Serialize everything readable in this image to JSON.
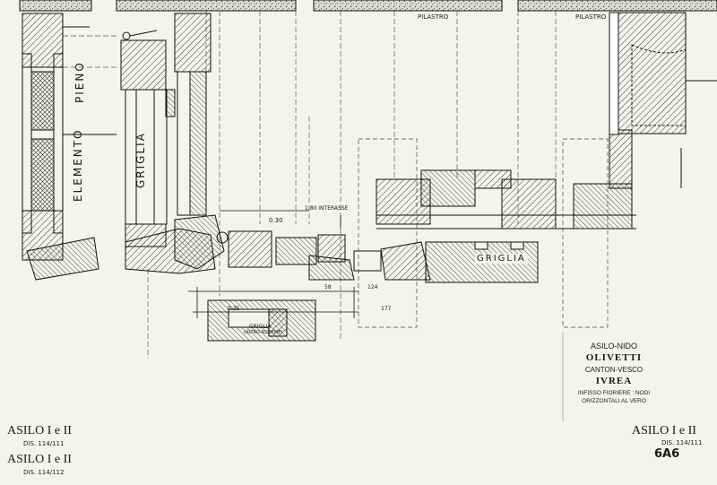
{
  "drawing": {
    "labels": {
      "pilastro_1": "PILASTRO",
      "pilastro_2": "PILASTRO",
      "pieno": "PIENO",
      "elemento": "ELEMENTO",
      "griglia_vertical": "GRIGLIA",
      "griglia_horizontal": "GRIGLIA",
      "griglia_note_1": "GRIGLIA",
      "griglia_note_2": "(ALTRO ASSIEME)"
    },
    "dimensions": {
      "interasse": "1.80 INTERASSE",
      "d030": "0.30",
      "d58": "58",
      "d124": "124",
      "d177": "177",
      "d035": "0.35"
    }
  },
  "title_block": {
    "project": "ASILO-NIDO",
    "client": "OLIVETTI",
    "location_sub": "CANTON-VESCO",
    "city": "IVREA",
    "description_1": "INFISSO FIORIERE : NODI",
    "description_2": "ORIZZONTALI AL VERO",
    "sheet_code": "6A6"
  },
  "stamps": {
    "left_top_title": "ASILO I e II",
    "left_top_sub": "DIS. 114/111",
    "left_bottom_title": "ASILO I e II",
    "left_bottom_sub": "DIS. 114/112",
    "right_title": "ASILO I e II",
    "right_sub": "DIS. 114/111"
  }
}
